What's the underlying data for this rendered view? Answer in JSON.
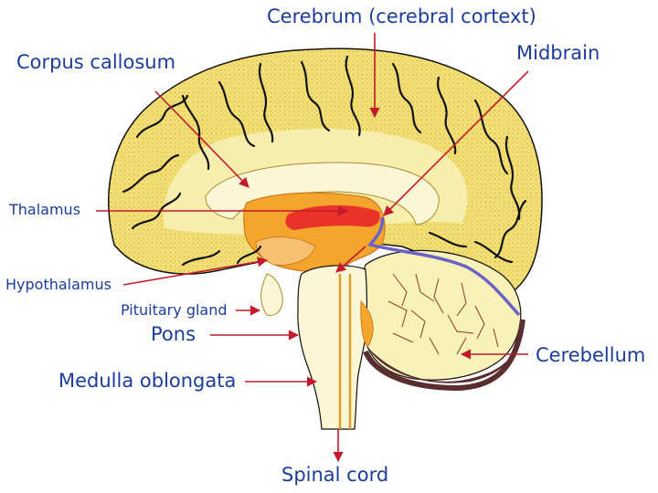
{
  "labels": {
    "cerebrum": "Cerebrum (cerebral cortext)",
    "corpus_callosum": "Corpus callosum",
    "midbrain": "Midbrain",
    "thalamus": "Thalamus",
    "hypothalamus": "Hypothalamus",
    "pituitary_gland": "Pituitary gland",
    "pons": "Pons",
    "cerebellum": "Cerebellum",
    "medulla_oblongata": "Medulla oblongata",
    "spinal_cord": "Spinal cord"
  },
  "colors": {
    "label_text": "#1c3c9c",
    "cortex": "#f2e07a",
    "cortex_dots": "#d9b530",
    "inner_cortex": "#f7eeae",
    "white_matter": "#fbf7d6",
    "thalamus_region": "#f4a52c",
    "thalamus_core": "#e8322a",
    "brainstem": "#fbf7d6",
    "cerebellum": "#f8f1b8",
    "cerebellum_rim": "#5a2e2e",
    "midbrain_line": "#6a62c6",
    "pointer": "#c41a2c",
    "sulci": "#111111"
  }
}
